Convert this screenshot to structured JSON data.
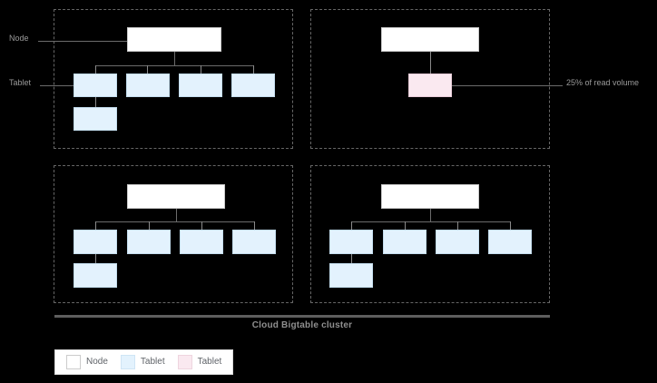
{
  "diagram": {
    "caption": "Cloud Bigtable cluster",
    "side_labels": {
      "node": "Node",
      "tablet": "Tablet"
    },
    "callout": {
      "text": "25% of read volume"
    },
    "colors": {
      "background": "#000000",
      "node_fill": "#ffffff",
      "tablet_fill": "#e3f2fd",
      "hot_tablet_fill": "#fae9f0",
      "connector": "#6b6b6b",
      "frame_dashed": "#666666",
      "label_text": "#9a9a9a",
      "legend_text": "#5f6368"
    },
    "quadrants": [
      {
        "id": "node-1",
        "position": "top-left",
        "node_label": "",
        "tablet_count": 5,
        "has_hot_tablet": false
      },
      {
        "id": "node-2",
        "position": "top-right",
        "node_label": "",
        "tablet_count": 1,
        "has_hot_tablet": true
      },
      {
        "id": "node-3",
        "position": "bottom-left",
        "node_label": "",
        "tablet_count": 5,
        "has_hot_tablet": false
      },
      {
        "id": "node-4",
        "position": "bottom-right",
        "node_label": "",
        "tablet_count": 5,
        "has_hot_tablet": false
      }
    ]
  },
  "legend": {
    "items": [
      {
        "label": "Node",
        "swatch": "#ffffff",
        "icon": "node-swatch"
      },
      {
        "label": "Tablet",
        "swatch": "#e3f2fd",
        "icon": "tablet-swatch"
      },
      {
        "label": "Tablet",
        "swatch": "#fae9f0",
        "icon": "hot-tablet-swatch"
      }
    ]
  }
}
